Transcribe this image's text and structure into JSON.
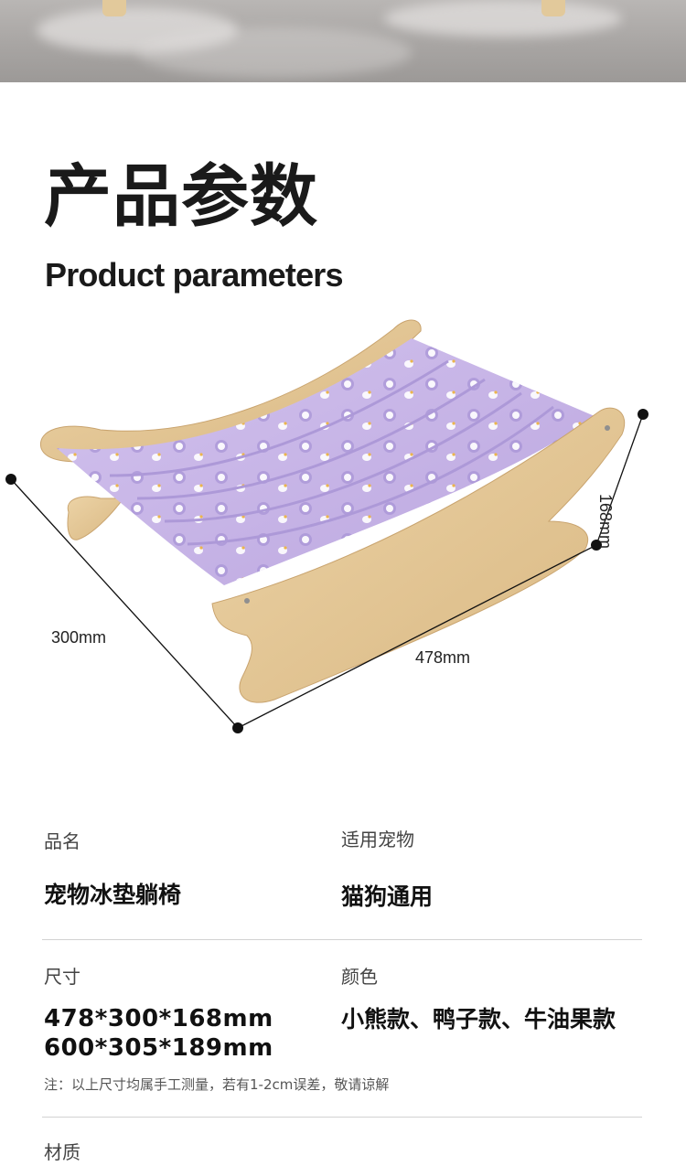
{
  "title_cn": "产品参数",
  "title_en": "Product parameters",
  "dimensions": {
    "depth": "300mm",
    "length": "478mm",
    "height": "168mm"
  },
  "params": {
    "name_label": "品名",
    "name_value": "宠物冰垫躺椅",
    "pet_label": "适用宠物",
    "pet_value": "猫狗通用",
    "size_label": "尺寸",
    "size_values": [
      "478*300*168mm",
      "600*305*189mm"
    ],
    "color_label": "颜色",
    "color_value": "小熊款、鸭子款、牛油果款",
    "note": "注：以上尺寸均属手工测量，若有1-2cm误差，敬请谅解",
    "material_label": "材质"
  },
  "colors": {
    "wood": "#e2c393",
    "fabric": "#c8b6e6",
    "dimension_line": "#111111"
  }
}
